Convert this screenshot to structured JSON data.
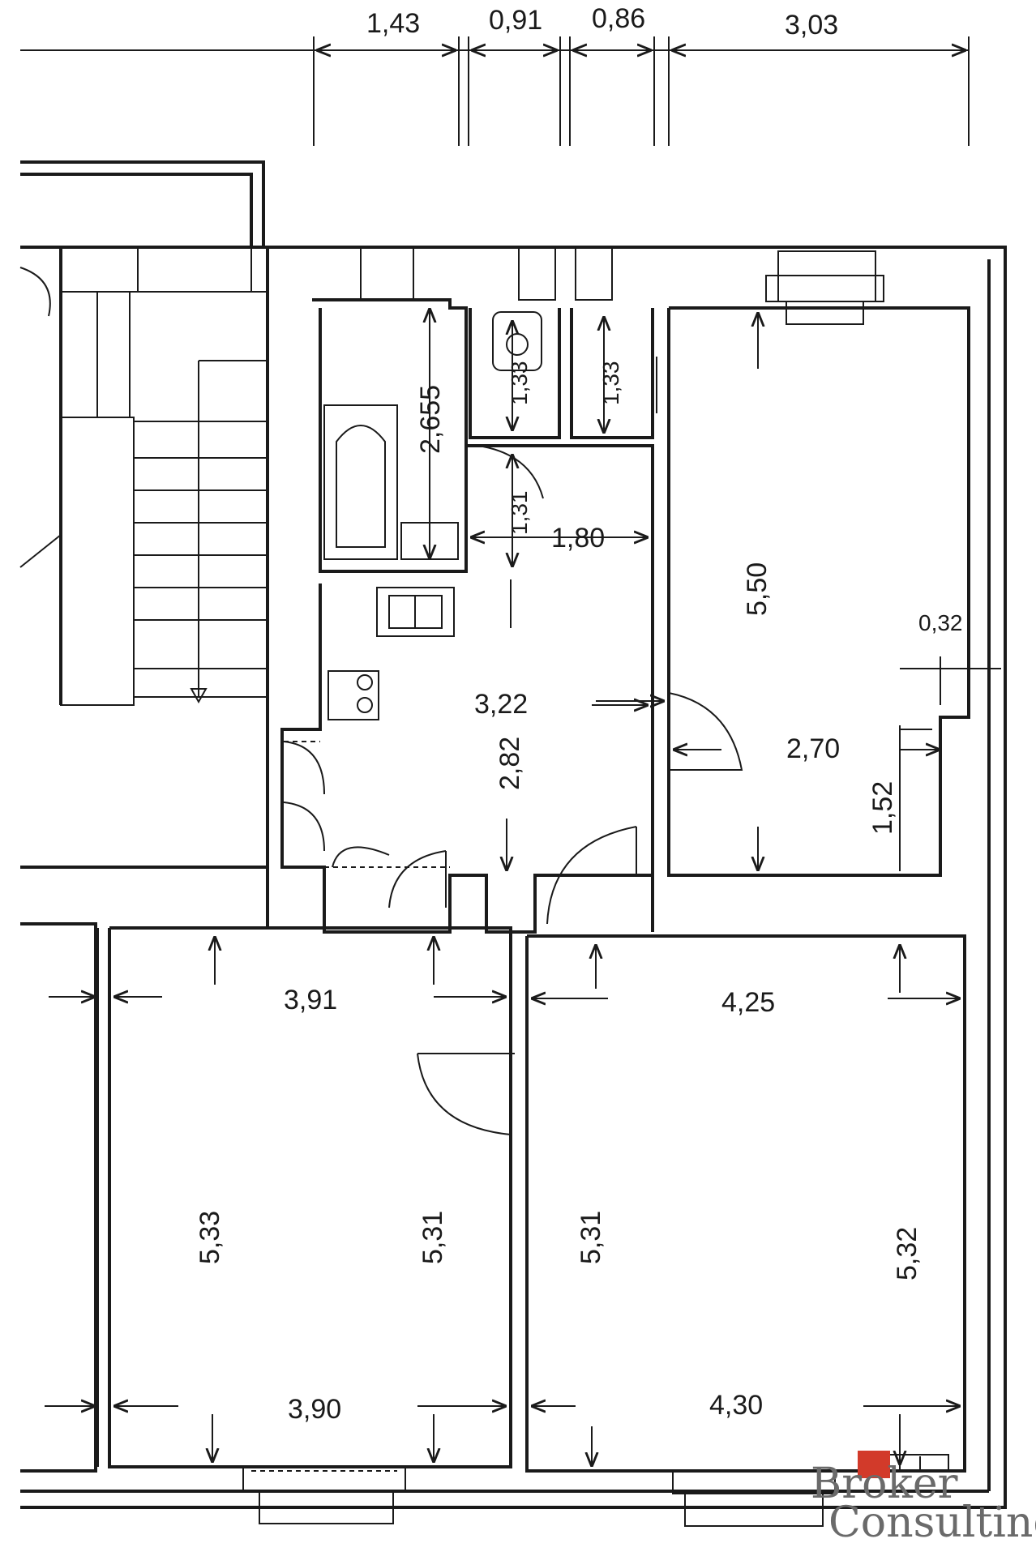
{
  "top_dimensions": [
    "1,43",
    "0,91",
    "0,86",
    "3,03"
  ],
  "bathroom": {
    "length": "2,655"
  },
  "wc": {
    "length": "1,33",
    "height": "1,31"
  },
  "storage": {
    "length": "1,33"
  },
  "hall": {
    "width": "1,80",
    "length": "3,22",
    "depth": "2,82"
  },
  "room_right": {
    "length": "5,50",
    "width": "2,70",
    "wall": "0,32",
    "niche": "1,52"
  },
  "room_left": {
    "top_width": "3,91",
    "bottom_width": "3,90",
    "left_length": "5,33",
    "right_length": "5,31"
  },
  "room_big": {
    "top_width": "4,25",
    "bottom_width": "4,30",
    "left_length": "5,31",
    "right_length": "5,32"
  },
  "watermark": {
    "line1": "Broker",
    "line2": "Consulting"
  },
  "colors": {
    "ink": "#1a1a1a",
    "brand_red": "#d23a2a",
    "watermark_grey": "#6a6a6a"
  }
}
